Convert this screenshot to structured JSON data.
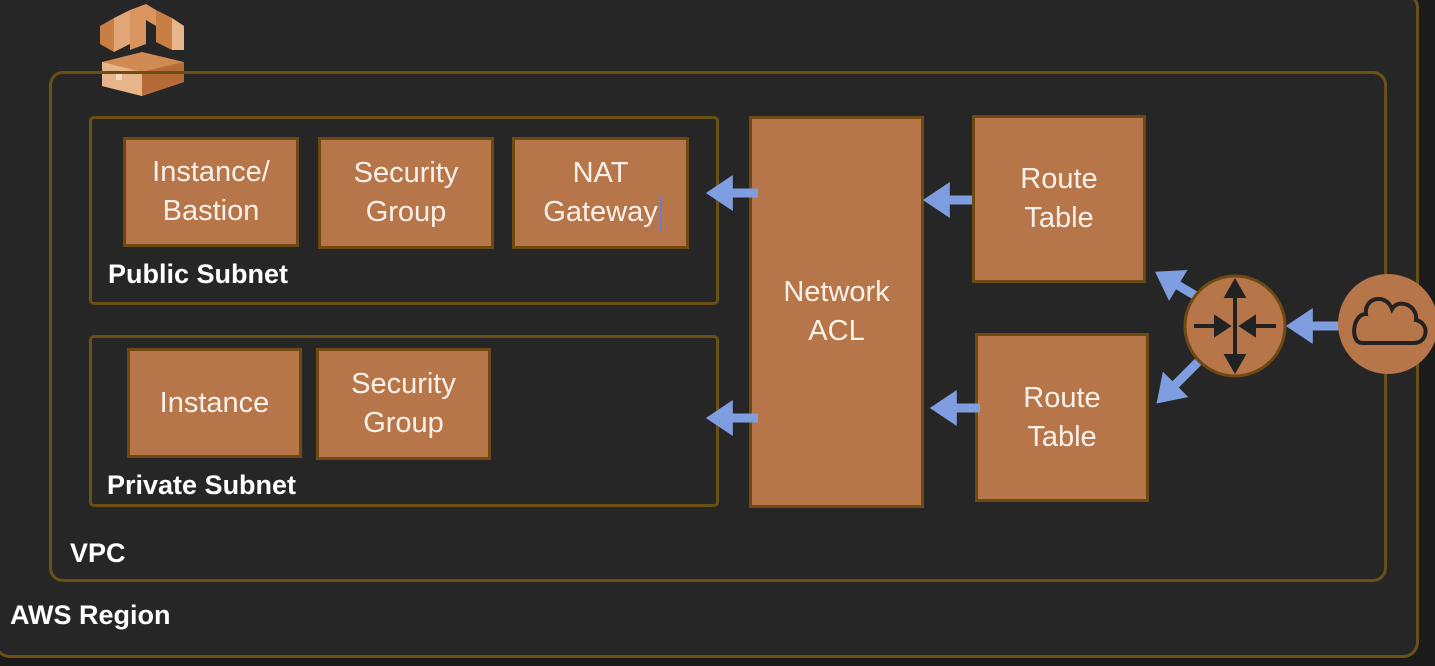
{
  "region": {
    "label": "AWS Region"
  },
  "vpc": {
    "label": "VPC"
  },
  "public_subnet": {
    "label": "Public Subnet",
    "boxes": [
      {
        "lines": [
          "Instance/",
          "Bastion"
        ]
      },
      {
        "lines": [
          "Security",
          "Group"
        ]
      },
      {
        "lines": [
          "NAT",
          "Gateway"
        ]
      }
    ]
  },
  "private_subnet": {
    "label": "Private Subnet",
    "boxes": [
      {
        "lines": [
          "Instance"
        ]
      },
      {
        "lines": [
          "Security",
          "Group"
        ]
      }
    ]
  },
  "network_acl": {
    "lines": [
      "Network",
      "ACL"
    ]
  },
  "route_tables": [
    {
      "lines": [
        "Route",
        "Table"
      ]
    },
    {
      "lines": [
        "Route",
        "Table"
      ]
    }
  ],
  "colors": {
    "box_fill": "#b67649",
    "box_border": "#6e4a12",
    "container_border": "#6a5014",
    "arrow": "#7f9ee0",
    "background": "#262626"
  },
  "icons": [
    "vpc-logo-icon",
    "router-icon",
    "internet-gateway-cloud-icon"
  ]
}
